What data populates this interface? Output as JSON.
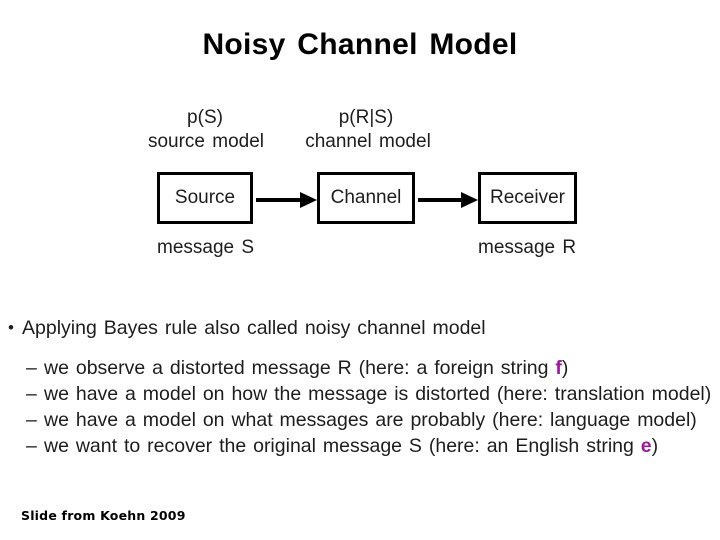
{
  "slide": {
    "title": "Noisy Channel Model",
    "footer": "Slide from Koehn 2009"
  },
  "diagram": {
    "source_prob": "p(S)",
    "source_model": "source model",
    "channel_prob": "p(R|S)",
    "channel_model": "channel model",
    "boxes": [
      {
        "label": "Source"
      },
      {
        "label": "Channel"
      },
      {
        "label": "Receiver"
      }
    ],
    "message_left": "message S",
    "message_right": "message R"
  },
  "bullets": {
    "bullet_marker": "•",
    "dash_marker": "–",
    "main": "Applying Bayes rule also called noisy channel model",
    "items": [
      {
        "prefix": "we observe a distorted message R (here:  a foreign string ",
        "highlight": "f",
        "suffix": ")"
      },
      {
        "prefix": "we have a model on how the message is distorted (here:  translation model)",
        "highlight": "",
        "suffix": ""
      },
      {
        "prefix": "we have a model on what messages are probably (here:  language model)",
        "highlight": "",
        "suffix": ""
      },
      {
        "prefix": "we want to recover the original message S (here:  an English string ",
        "highlight": "e",
        "suffix": ")"
      }
    ]
  },
  "colors": {
    "highlight": "#991a99",
    "text": "#1d1d1d",
    "title": "#000000",
    "box_border": "#000000",
    "background": "#ffffff"
  }
}
